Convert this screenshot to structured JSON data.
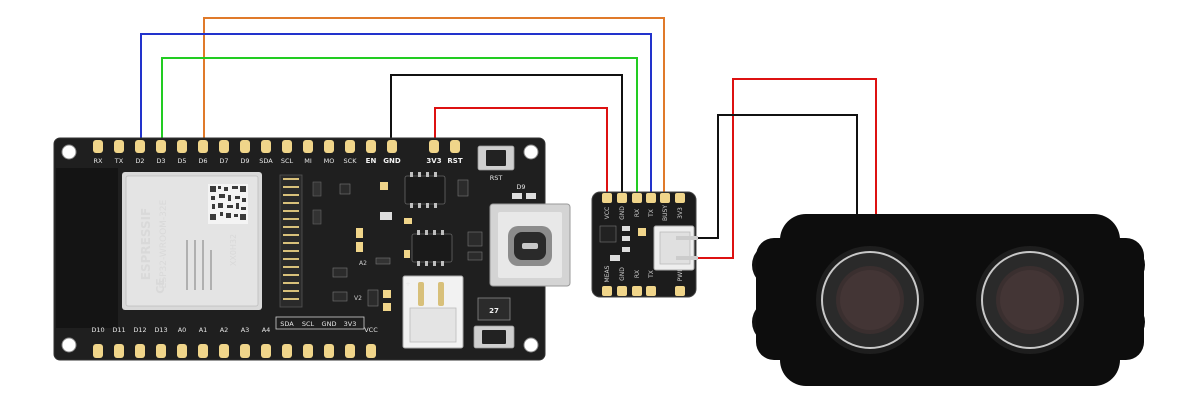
{
  "colors": {
    "wire_orange": "#e07a2a",
    "wire_blue": "#2233cc",
    "wire_green": "#22cc22",
    "wire_black": "#111111",
    "wire_red": "#dd1111",
    "pcb": "#1f1f1f",
    "gold": "#f0d58a",
    "sensor_body": "#0d0d0d"
  },
  "esp32": {
    "top_pins": [
      "RX",
      "TX",
      "D2",
      "D3",
      "D5",
      "D6",
      "D7",
      "D9",
      "SDA",
      "SCL",
      "MI",
      "MO",
      "SCK",
      "EN",
      "GND",
      "3V3",
      "RST"
    ],
    "bottom_pins": [
      "D10",
      "D11",
      "D12",
      "D13",
      "A0",
      "A1",
      "A2",
      "A3",
      "A4",
      "SDA",
      "SCL",
      "GND",
      "3V3",
      "VCC"
    ],
    "module_brand": "ESPRESSIF",
    "module_model": "ESP32-WROOM-32E",
    "module_code": "XX0H32",
    "ce_mark": "CE",
    "rst_label": "RST",
    "d9_label": "D9",
    "num_27": "27",
    "v2_label": "V2",
    "a2_label": "A2"
  },
  "adapter": {
    "top_labels": [
      "VCC",
      "GND",
      "RX",
      "TX",
      "BUSY",
      "3V3"
    ],
    "bottom_labels": [
      "MEAS",
      "GND",
      "RX",
      "TX",
      "PWM"
    ]
  },
  "sensor": {}
}
